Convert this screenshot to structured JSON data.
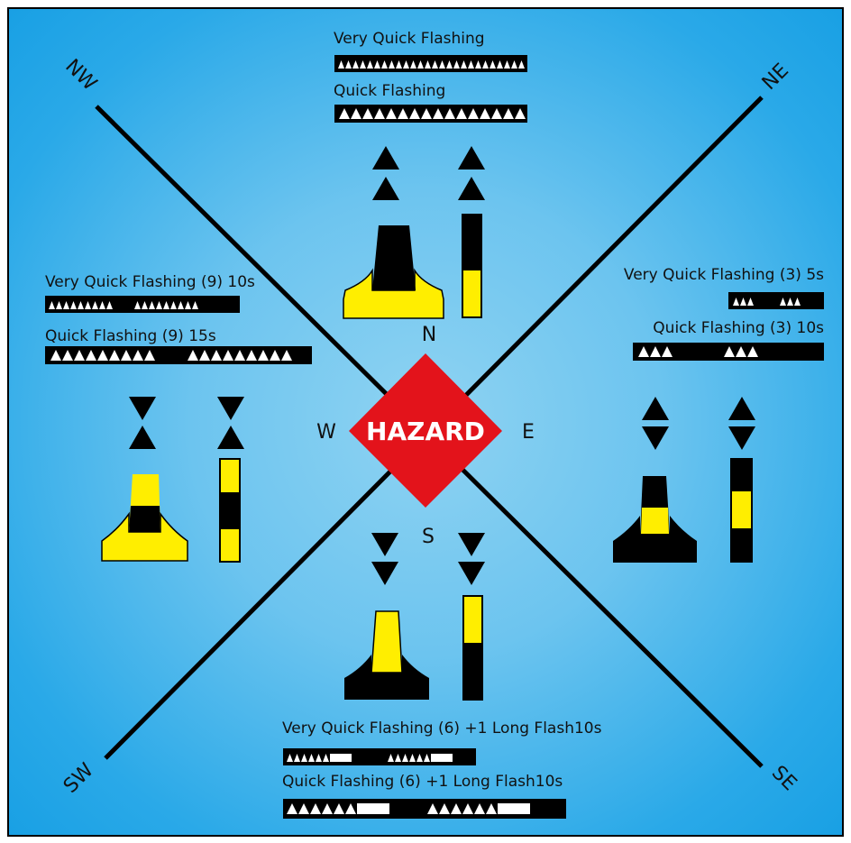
{
  "hazard": {
    "label": "HAZARD",
    "color": "#e3131b"
  },
  "directions": {
    "n": "N",
    "s": "S",
    "e": "E",
    "w": "W"
  },
  "quadrants": {
    "nw": "NW",
    "ne": "NE",
    "sw": "SW",
    "se": "SE"
  },
  "light_patterns": {
    "north": {
      "very_quick": "Very Quick Flashing",
      "quick": "Quick Flashing"
    },
    "east": {
      "very_quick": "Very Quick Flashing (3) 5s",
      "quick": "Quick Flashing (3) 10s"
    },
    "south": {
      "very_quick": "Very Quick Flashing (6) +1 Long Flash10s",
      "quick": "Quick Flashing (6) +1 Long Flash10s"
    },
    "west": {
      "very_quick": "Very Quick Flashing (9) 10s",
      "quick": "Quick Flashing (9) 15s"
    }
  },
  "colors": {
    "buoy_yellow": "#ffee00",
    "buoy_black": "#000000",
    "background": "#4ab8ee"
  }
}
